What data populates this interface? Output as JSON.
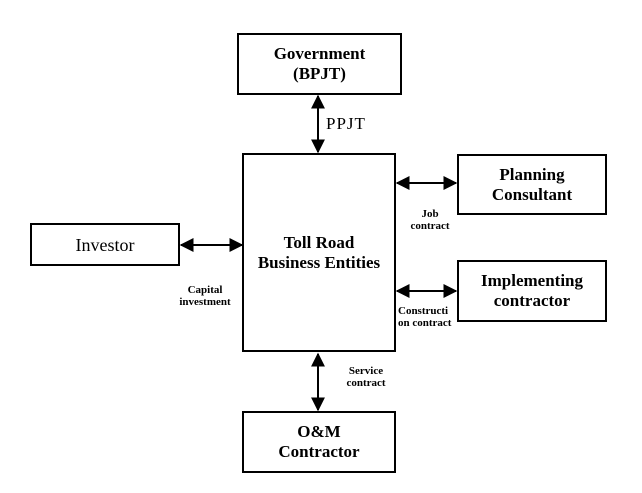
{
  "boxes": {
    "government": {
      "line1": "Government",
      "line2": "(BPJT)"
    },
    "toll_road": {
      "line1": "Toll Road",
      "line2": "Business Entities"
    },
    "planning": {
      "line1": "Planning",
      "line2": "Consultant"
    },
    "implementing": {
      "line1": "Implementing",
      "line2": "contractor"
    },
    "investor": {
      "line1": "Investor"
    },
    "om": {
      "line1": "O&M",
      "line2": "Contractor"
    }
  },
  "labels": {
    "ppjt": "PPJT",
    "job_contract": {
      "line1": "Job",
      "line2": "contract"
    },
    "capital_investment": {
      "line1": "Capital",
      "line2": "investment"
    },
    "construction_contract": {
      "line1": "Constructi",
      "line2": "on contract"
    },
    "service_contract": {
      "line1": "Service",
      "line2": "contract"
    }
  }
}
